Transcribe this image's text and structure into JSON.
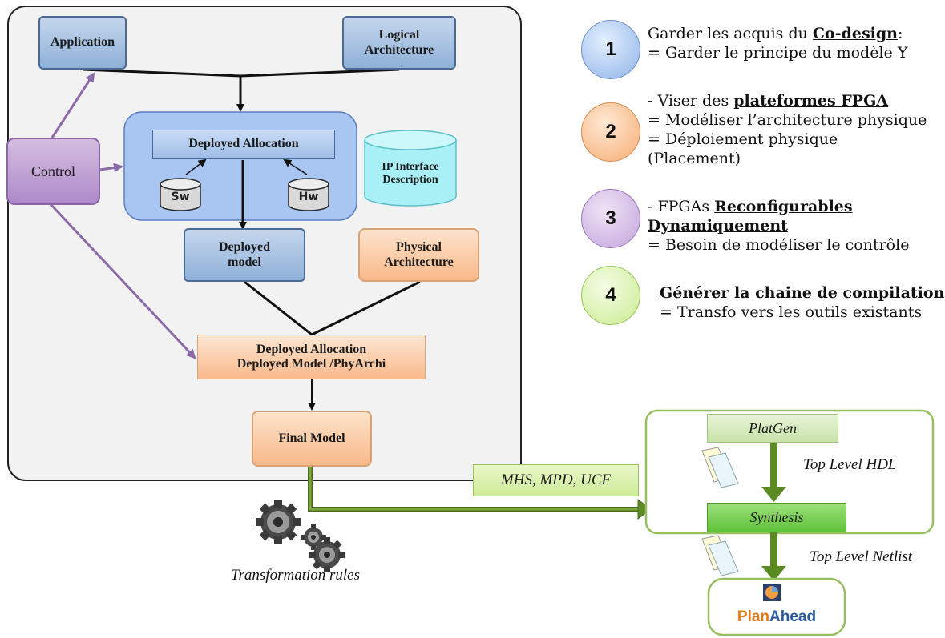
{
  "diagram": {
    "boxes": {
      "application": "Application",
      "logical_arch_1": "Logical",
      "logical_arch_2": "Architecture",
      "deployed_allocation": "Deployed Allocation",
      "control": "Control",
      "sw": "Sw",
      "hw": "Hw",
      "ip_interface_1": "IP Interface",
      "ip_interface_2": "Description",
      "deployed_model_1": "Deployed",
      "deployed_model_2": "model",
      "physical_arch_1": "Physical",
      "physical_arch_2": "Architecture",
      "combined_1": "Deployed Allocation",
      "combined_2": "Deployed Model /PhyArchi",
      "final_model": "Final Model"
    },
    "files_label": "MHS, MPD, UCF",
    "transformation_rules": "Transformation rules",
    "toolchain": {
      "platgen": "PlatGen",
      "top_level_hdl": "Top Level HDL",
      "synthesis": "Synthesis",
      "top_level_netlist": "Top Level Netlist",
      "planahead_plan": "Plan",
      "planahead_ahead": "Ahead"
    }
  },
  "points": [
    {
      "number": "1",
      "lines": [
        {
          "pre": "Garder les acquis du ",
          "strong": "Co-design",
          "post": ":"
        },
        {
          "pre": "= Garder le principe du modèle Y",
          "strong": "",
          "post": ""
        }
      ]
    },
    {
      "number": "2",
      "lines": [
        {
          "pre": "- Viser des ",
          "strong": "plateformes FPGA",
          "post": ""
        },
        {
          "pre": "= Modéliser l’architecture physique",
          "strong": "",
          "post": ""
        },
        {
          "pre": "= Déploiement physique",
          "strong": "",
          "post": ""
        },
        {
          "pre": "(Placement)",
          "strong": "",
          "post": ""
        }
      ]
    },
    {
      "number": "3",
      "lines": [
        {
          "pre": "- FPGAs ",
          "strong": "Reconfigurables",
          "post": ""
        },
        {
          "pre": "",
          "strong": "Dynamiquement",
          "post": ""
        },
        {
          "pre": "= Besoin de modéliser le contrôle",
          "strong": "",
          "post": ""
        }
      ]
    },
    {
      "number": "4",
      "lines": [
        {
          "pre": "",
          "strong": "Générer la chaine de compilation",
          "post": ""
        },
        {
          "pre": "= Transfo vers les outils existants",
          "strong": "",
          "post": ""
        }
      ]
    }
  ]
}
